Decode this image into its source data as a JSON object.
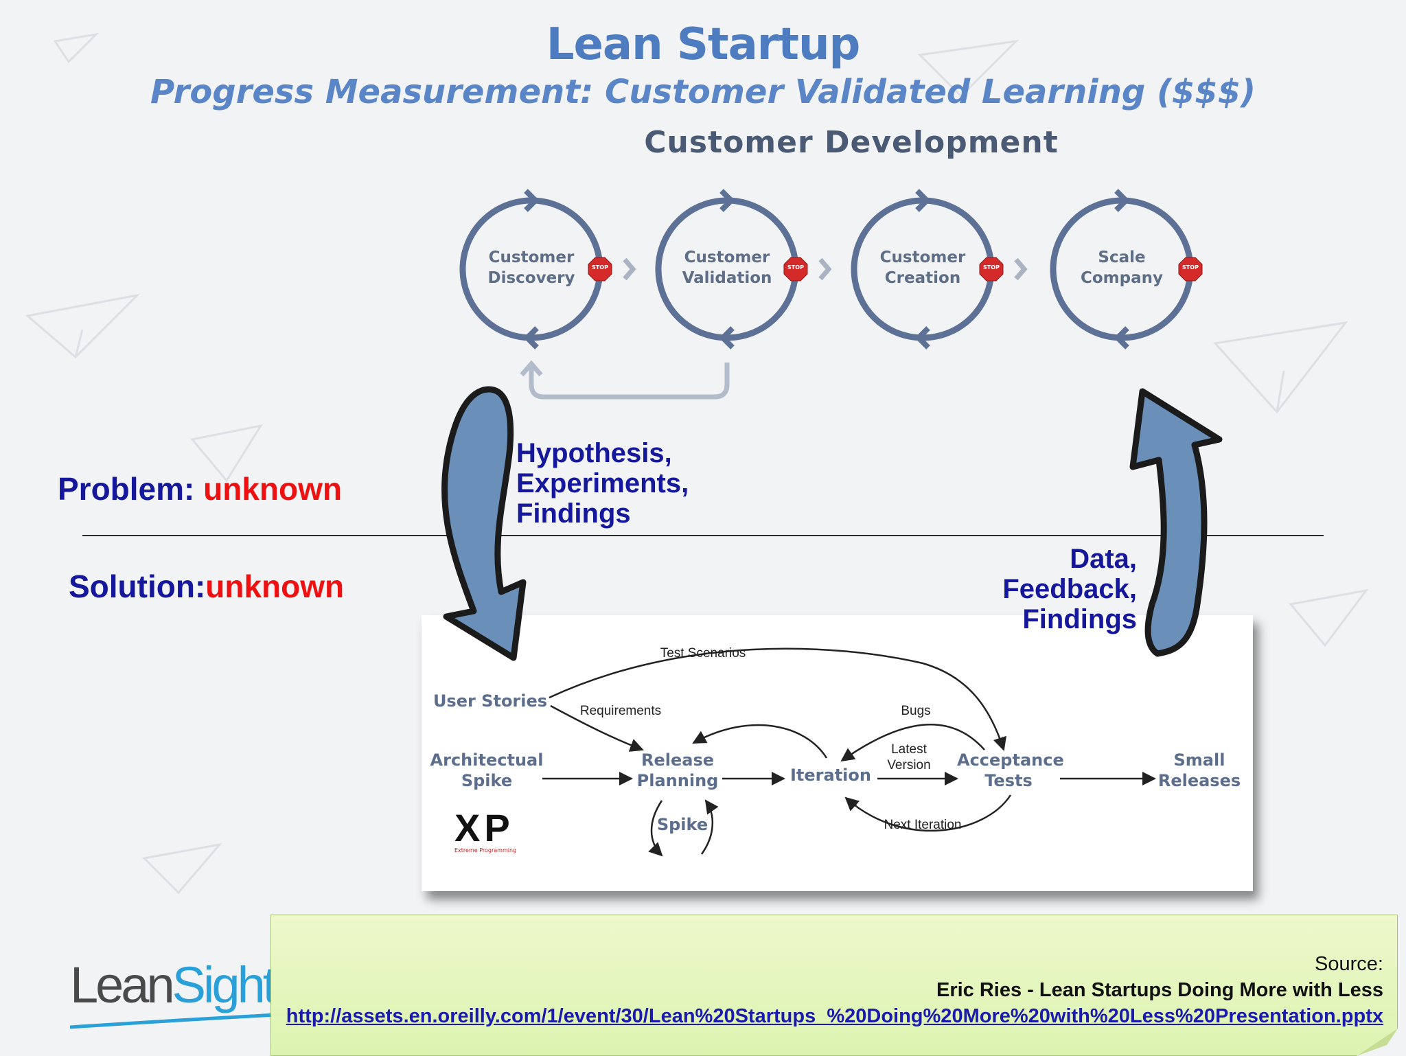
{
  "header": {
    "title": "Lean Startup",
    "subtitle": "Progress Measurement: Customer Validated Learning ($$$)",
    "section_title": "Customer Development"
  },
  "customer_development": {
    "steps": [
      {
        "line1": "Customer",
        "line2": "Discovery"
      },
      {
        "line1": "Customer",
        "line2": "Validation"
      },
      {
        "line1": "Customer",
        "line2": "Creation"
      },
      {
        "line1": "Scale",
        "line2": "Company"
      }
    ],
    "stop_label": "STOP"
  },
  "arrows": {
    "down_text": [
      "Hypothesis,",
      "Experiments,",
      "Findings"
    ],
    "up_text": [
      "Data,",
      "Feedback,",
      "Findings"
    ]
  },
  "left_labels": {
    "problem_label": "Problem: ",
    "problem_value": "unknown",
    "solution_label": "Solution:",
    "solution_value": "unknown"
  },
  "xp_diagram": {
    "user_stories": "User Stories",
    "architectural_spike": [
      "Architectual",
      "Spike"
    ],
    "release_planning": [
      "Release",
      "Planning"
    ],
    "spike": "Spike",
    "iteration": "Iteration",
    "acceptance_tests": [
      "Acceptance",
      "Tests"
    ],
    "small_releases": [
      "Small",
      "Releases"
    ],
    "test_scenarios": "Test Scenarios",
    "requirements": "Requirements",
    "bugs": "Bugs",
    "latest_version": [
      "Latest",
      "Version"
    ],
    "next_iteration": "Next Iteration",
    "xp_logo": "XP",
    "xp_logo_caption": "Extreme Programming"
  },
  "source": {
    "label": "Source:",
    "title": "Eric Ries - Lean Startups Doing More with Less",
    "url": "http://assets.en.oreilly.com/1/event/30/Lean%20Startups_%20Doing%20More%20with%20Less%20Presentation.pptx"
  },
  "logo": {
    "part1": "Lean",
    "part2": "Sight"
  },
  "colors": {
    "title": "#4d7cc0",
    "label_blue": "#16189c",
    "unknown_red": "#ee1111",
    "arrow_fill": "#6a8fb8",
    "cycle": "#5d7196",
    "stop": "#d42a2a"
  }
}
